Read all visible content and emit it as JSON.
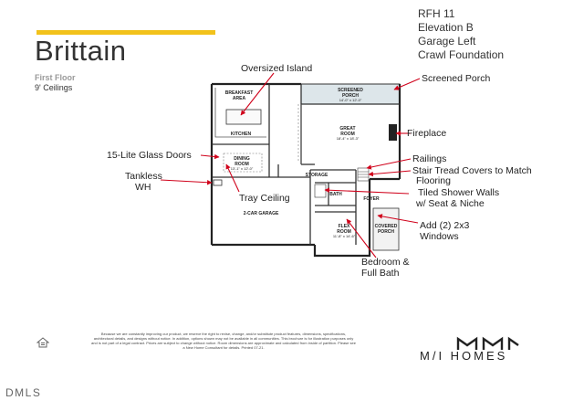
{
  "plan_name": "Brittain",
  "floor_label": "First Floor",
  "ceiling_label": "9' Ceilings",
  "spec_lines": [
    "RFH 11",
    "Elevation B",
    "Garage Left",
    "Crawl Foundation"
  ],
  "callouts": {
    "oversized_island": "Oversized Island",
    "screened_porch": "Screened Porch",
    "fireplace": "Fireplace",
    "railings": "Railings",
    "stair_tread_1": "Stair Tread Covers to Match",
    "stair_tread_2": "Flooring",
    "glass_doors": "15-Lite Glass Doors",
    "tankless_1": "Tankless",
    "tankless_2": "WH",
    "tray_ceiling": "Tray Ceiling",
    "shower_1": "Tiled Shower Walls",
    "shower_2": "w/ Seat & Niche",
    "windows_1": "Add (2) 2x3",
    "windows_2": "Windows",
    "bedroom_1": "Bedroom &",
    "bedroom_2": "Full Bath"
  },
  "rooms": {
    "breakfast_1": "BREAKFAST",
    "breakfast_2": "AREA",
    "kitchen": "KITCHEN",
    "porch_1": "SCREENED",
    "porch_2": "PORCH",
    "porch_dim": "14'-0\" x 12'-0\"",
    "great_1": "GREAT",
    "great_2": "ROOM",
    "great_dim": "18'-4\" x 18'-3\"",
    "dining_1": "DINING",
    "dining_2": "ROOM",
    "dining_dim": "13'-1\" x 12'-0\"",
    "storage": "STORAGE",
    "bath": "BATH",
    "foyer": "FOYER",
    "garage": "2-CAR GARAGE",
    "flex_1": "FLEX",
    "flex_2": "ROOM",
    "flex_dim": "11'-8\" x 14'-6\"",
    "porch_front_1": "COVERED",
    "porch_front_2": "PORCH"
  },
  "disclaimer": "Because we are constantly improving our product, we reserve the right to revise, change, and/or substitute product features, dimensions, specifications, architectural details, and designs without notice. In addition, options shown may not be available in all communities. This brochure is for illustration purposes only and is not part of a legal contract. Prices are subject to change without notice. Room dimensions are approximate and calculated from inside of partition. Please see a New Home Consultant for details. Printed 07-21.",
  "brand": "M/I HOMES",
  "watermark": "DMLS",
  "colors": {
    "accent": "#f2c21b",
    "arrow": "#d0021b",
    "porch_fill": "#dde6ea"
  }
}
